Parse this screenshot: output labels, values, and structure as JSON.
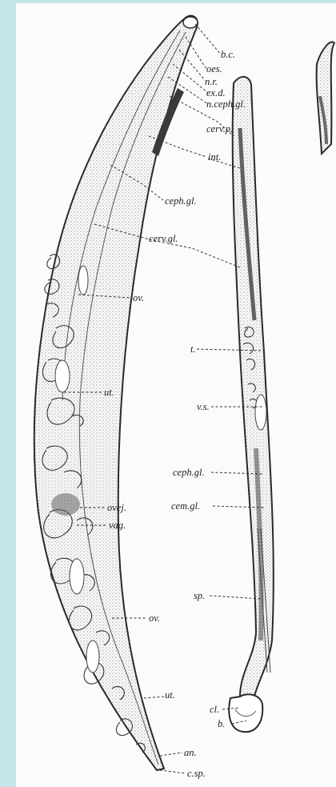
{
  "figure": {
    "background_color": "#c5e4e8",
    "paper_color": "#fbfbfa",
    "ink_color": "#2a2a2a",
    "labels": {
      "bc": "b.c.",
      "oes": "oes.",
      "nr": "n.r.",
      "exd": "ex.d.",
      "ncephgl": "n.ceph.gl.",
      "cervp": "cerv.p.",
      "int": "int.",
      "cephgl_female": "ceph.gl.",
      "cervgl": "cerv.gl.",
      "ov_upper": "ov.",
      "t": "t.",
      "ut_upper": "ut.",
      "vs": "v.s.",
      "cephgl_male": "ceph.gl.",
      "cemgl": "cem.gl.",
      "ovej": "ovej.",
      "vag": "vag.",
      "sp": "sp.",
      "ov_lower": "ov.",
      "ut_lower": "ut.",
      "cl": "cl.",
      "b": "b.",
      "an": "an.",
      "csp": "c.sp."
    }
  }
}
